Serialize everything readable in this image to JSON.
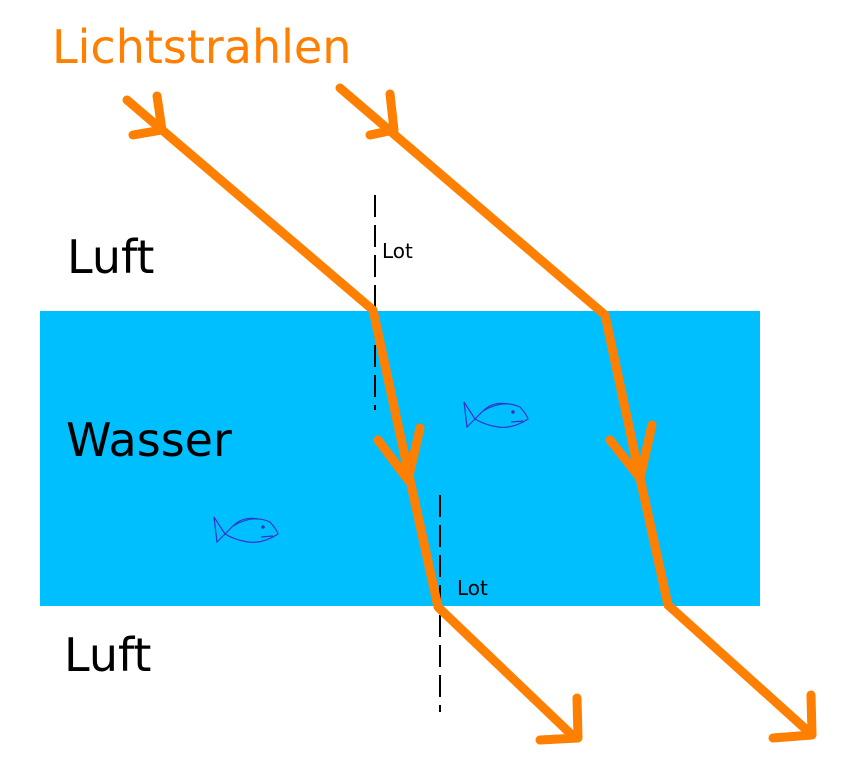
{
  "title": "Lichtstrahlen",
  "labels": {
    "air_top": "Luft",
    "water": "Wasser",
    "air_bottom": "Luft",
    "normal_top": "Lot",
    "normal_bottom": "Lot"
  },
  "colors": {
    "ray": "#FF7F00",
    "water": "#00BFFF",
    "fish": "#3333CC",
    "text": "#000000"
  }
}
